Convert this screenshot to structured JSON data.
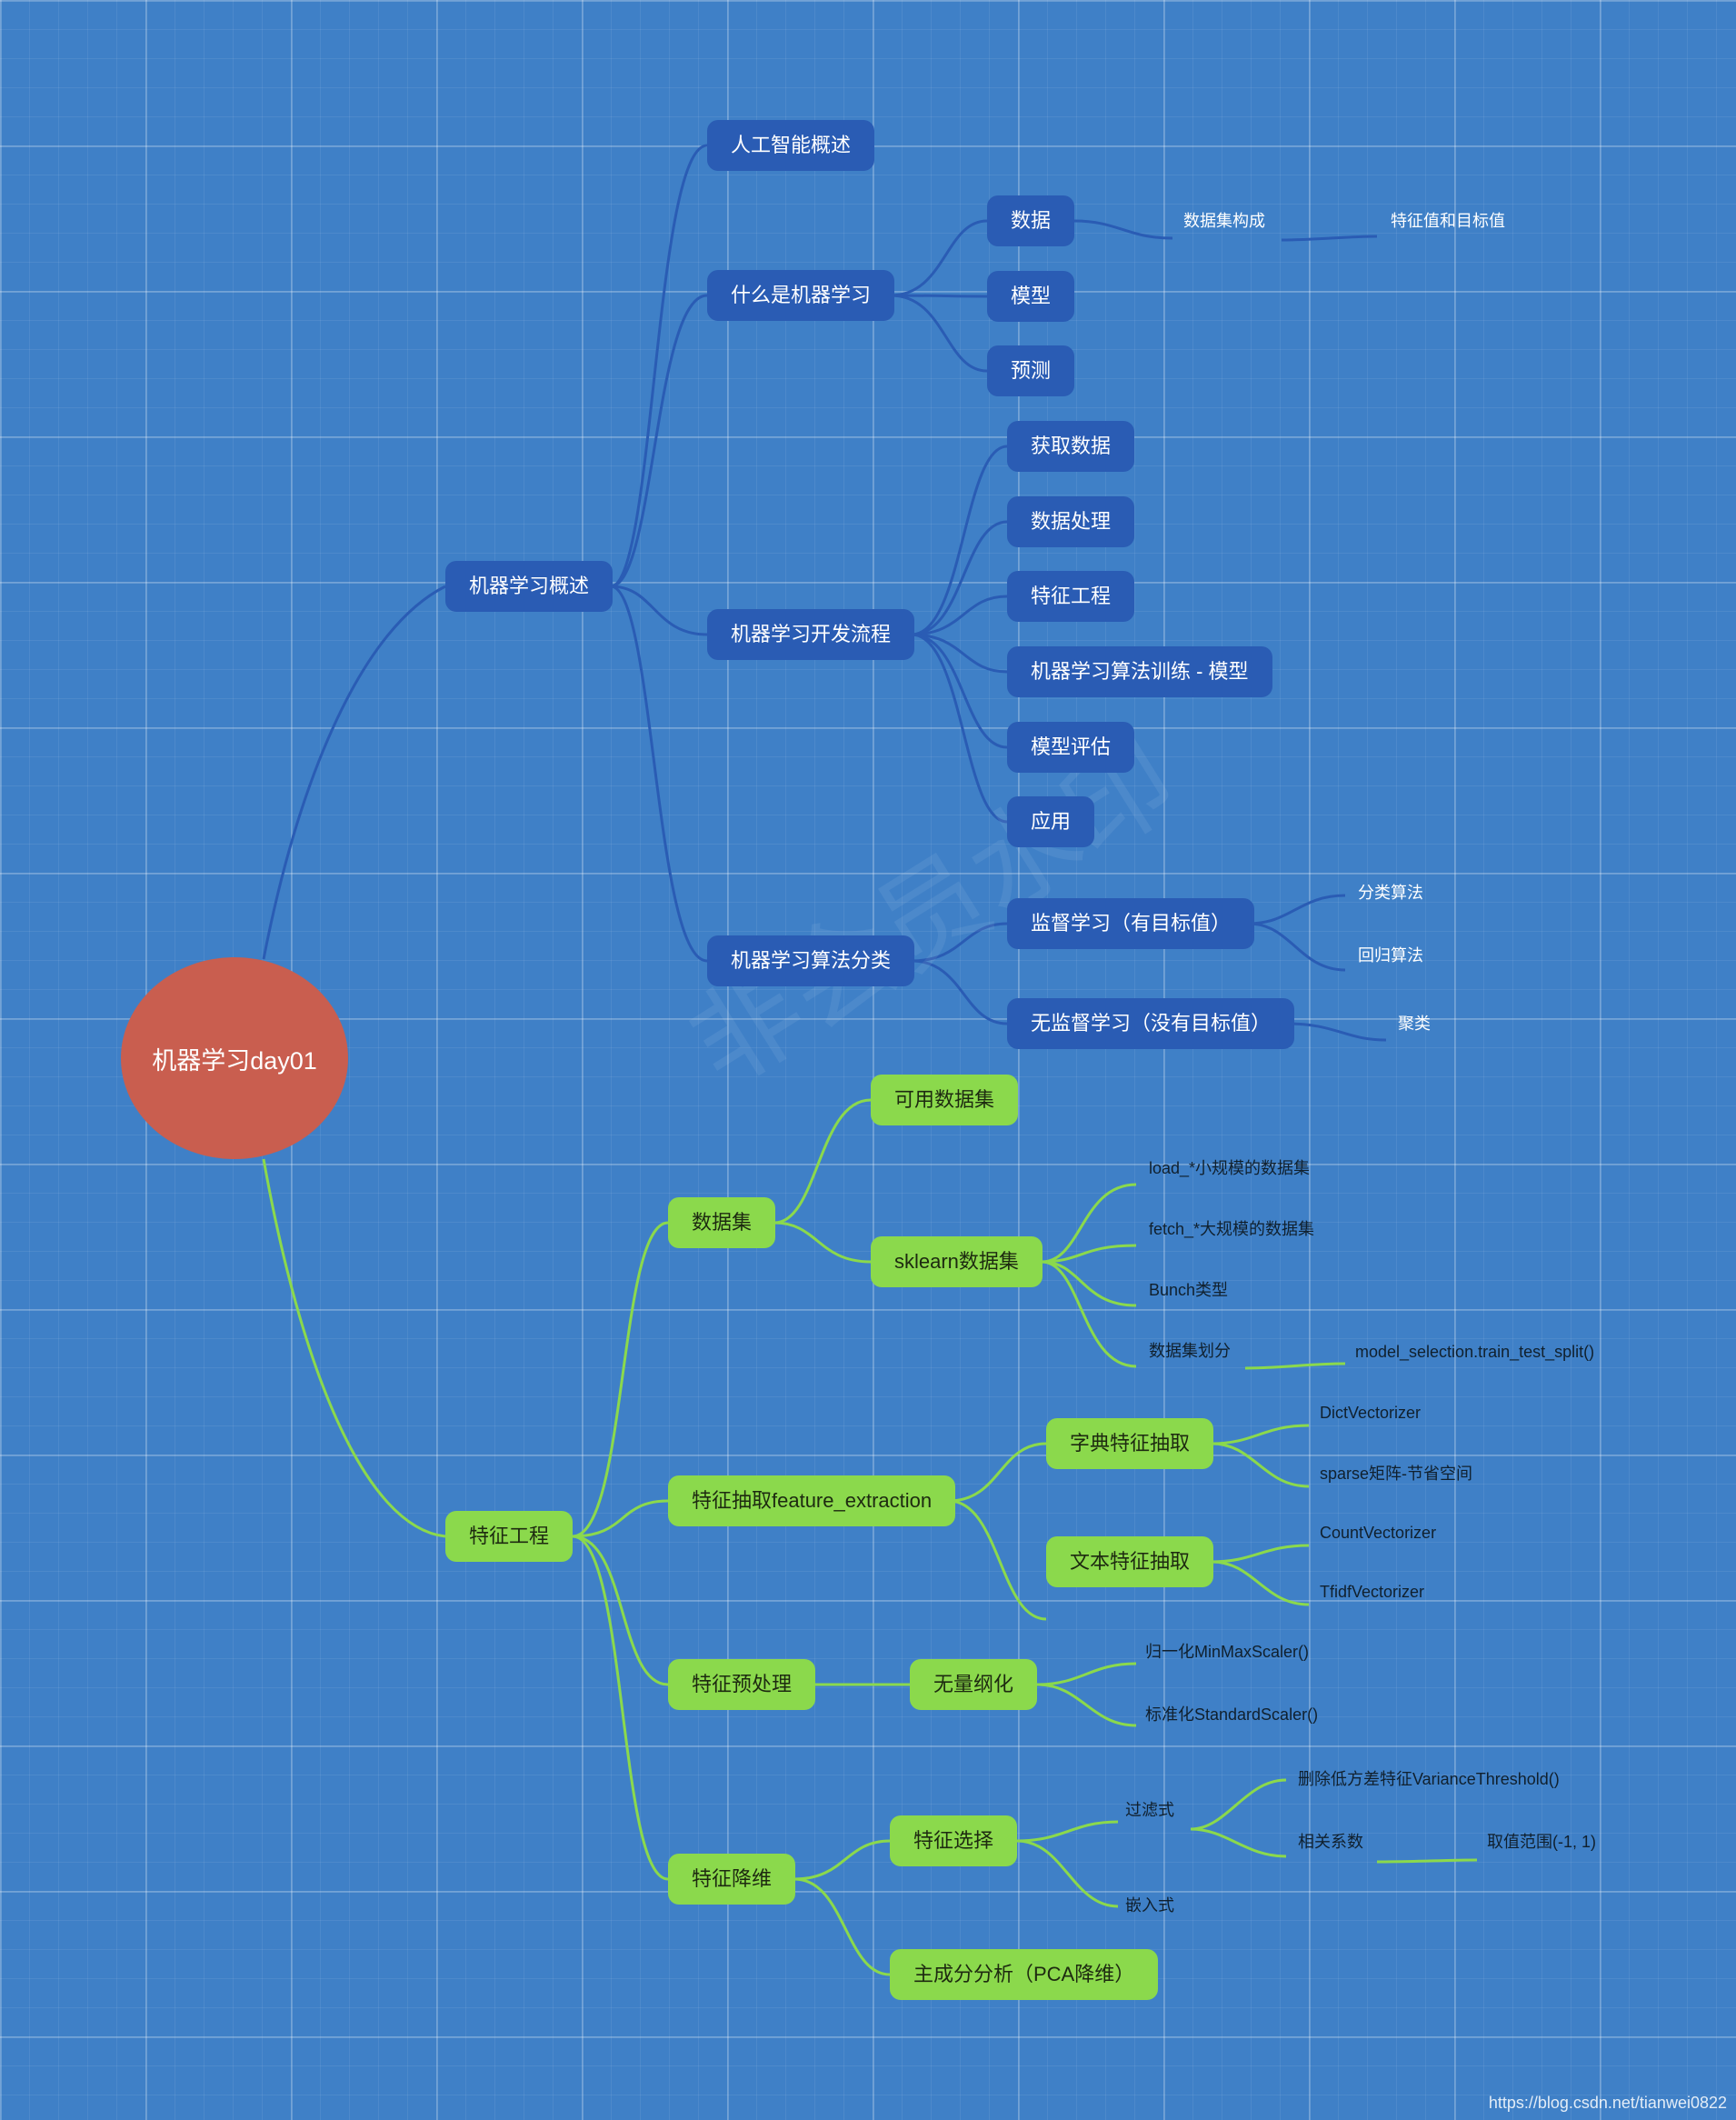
{
  "root": {
    "label": "机器学习day01"
  },
  "overview": {
    "label": "机器学习概述",
    "ai_overview": "人工智能概述",
    "what_is_ml": {
      "label": "什么是机器学习",
      "data": "数据",
      "dataset_composition": "数据集构成",
      "features_and_target": "特征值和目标值",
      "model": "模型",
      "prediction": "预测"
    },
    "dev_flow": {
      "label": "机器学习开发流程",
      "steps": [
        "获取数据",
        "数据处理",
        "特征工程",
        "机器学习算法训练 - 模型",
        "模型评估",
        "应用"
      ]
    },
    "algo_class": {
      "label": "机器学习算法分类",
      "supervised": "监督学习（有目标值）",
      "classification": "分类算法",
      "regression": "回归算法",
      "unsupervised": "无监督学习（没有目标值）",
      "clustering": "聚类"
    }
  },
  "feature_eng": {
    "label": "特征工程",
    "dataset": {
      "label": "数据集",
      "available": "可用数据集",
      "sklearn": "sklearn数据集",
      "items": [
        "load_*小规模的数据集",
        "fetch_*大规模的数据集",
        "Bunch类型",
        "数据集划分"
      ],
      "split_fn": "model_selection.train_test_split()"
    },
    "extraction": {
      "label": "特征抽取feature_extraction",
      "dict": "字典特征抽取",
      "dict_items": [
        "DictVectorizer",
        "sparse矩阵-节省空间"
      ],
      "text": "文本特征抽取",
      "text_items": [
        "CountVectorizer",
        "TfidfVectorizer"
      ]
    },
    "preprocessing": {
      "label": "特征预处理",
      "dimensionless": "无量纲化",
      "items": [
        "归一化MinMaxScaler()",
        "标准化StandardScaler()"
      ]
    },
    "reduction": {
      "label": "特征降维",
      "selection": "特征选择",
      "filter": "过滤式",
      "variance": "删除低方差特征VarianceThreshold()",
      "correlation": "相关系数",
      "value_range": "取值范围(-1, 1)",
      "embedded": "嵌入式",
      "pca": "主成分分析（PCA降维）"
    }
  },
  "watermark": "非会员水印",
  "footer": "https://blog.csdn.net/tianwei0822",
  "colors": {
    "background": "#3f80c7",
    "blue_node": "#2a5cb4",
    "green_node": "#8bd94c",
    "root": "#c95e4f",
    "blue_link": "#2a5cb4",
    "green_link": "#8bd94c"
  }
}
